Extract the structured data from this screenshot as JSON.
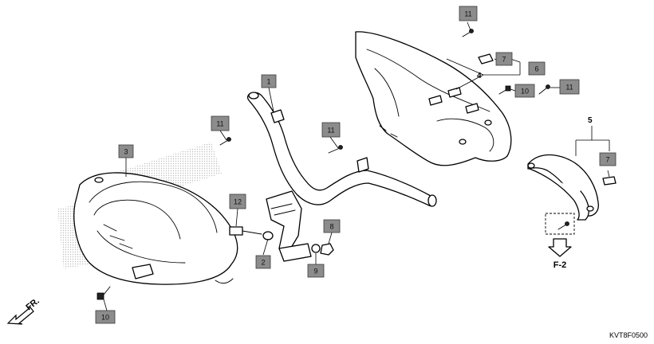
{
  "diagram": {
    "code": "KVT8F0500",
    "direction_label": "FR.",
    "reference_label": "F-2"
  },
  "callouts": [
    {
      "id": "c1",
      "number": "1"
    },
    {
      "id": "c2",
      "number": "2"
    },
    {
      "id": "c3",
      "number": "3"
    },
    {
      "id": "c6",
      "number": "6"
    },
    {
      "id": "c7a",
      "number": "7"
    },
    {
      "id": "c7b",
      "number": "7"
    },
    {
      "id": "c8",
      "number": "8"
    },
    {
      "id": "c9",
      "number": "9"
    },
    {
      "id": "c10a",
      "number": "10"
    },
    {
      "id": "c10b",
      "number": "10"
    },
    {
      "id": "c11a",
      "number": "11"
    },
    {
      "id": "c11b",
      "number": "11"
    },
    {
      "id": "c11c",
      "number": "11"
    },
    {
      "id": "c11d",
      "number": "11"
    },
    {
      "id": "c12",
      "number": "12"
    }
  ],
  "plain_labels": {
    "n4": "4",
    "n5": "5"
  },
  "colors": {
    "callout_fill": "#8c8c8c",
    "line": "#000000",
    "watermark": "#cfcfcf"
  }
}
